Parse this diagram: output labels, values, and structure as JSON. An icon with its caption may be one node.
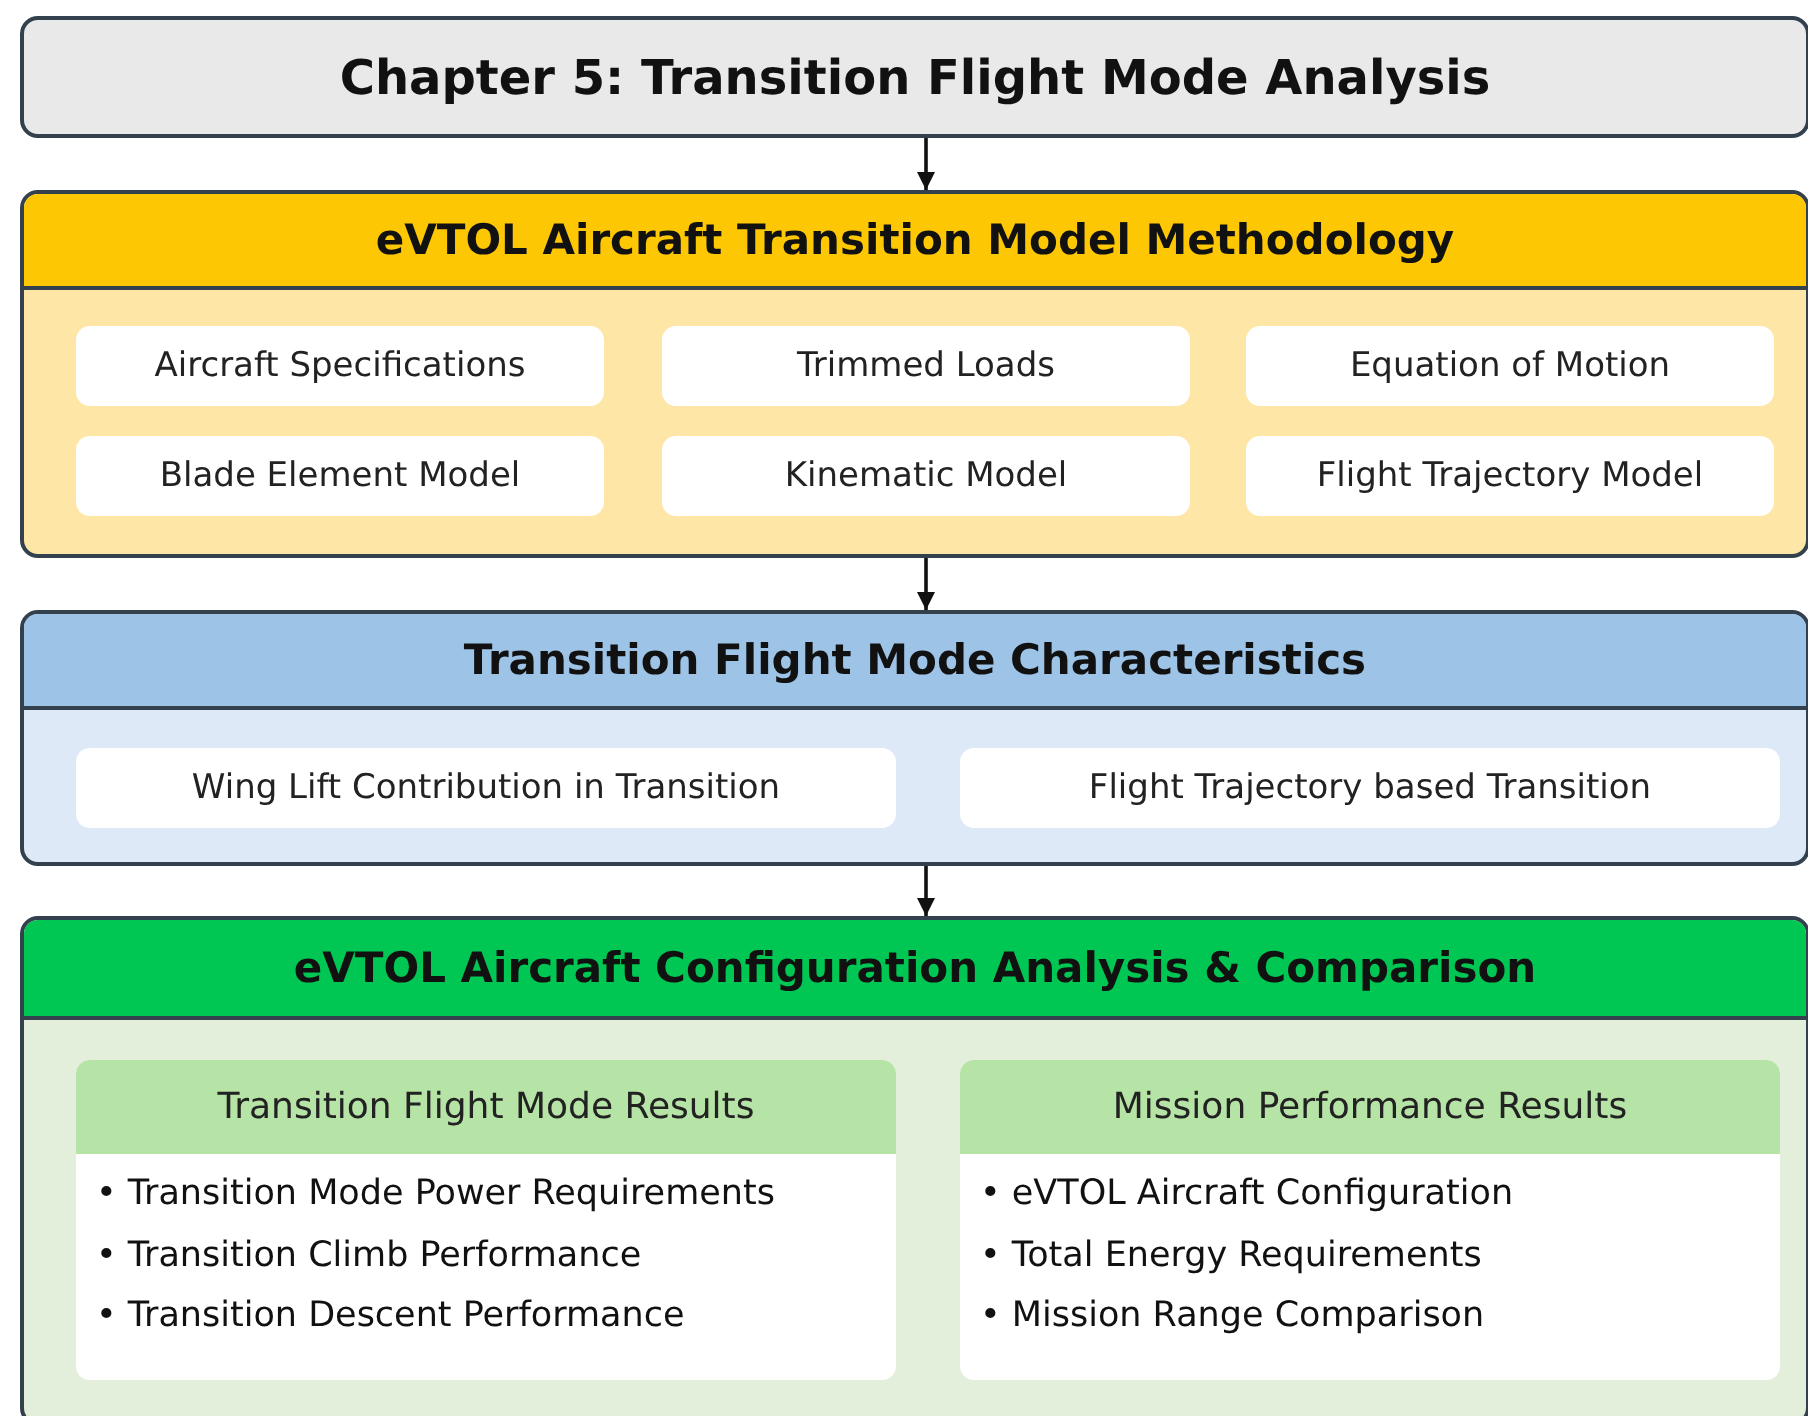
{
  "diagram": {
    "nodes": [
      {
        "text": [
          "Chapter 5: Transition Flight Mode Analysis"
        ]
      },
      {
        "text": [
          "eVTOL Aircraft Transition Model Methodology"
        ]
      },
      {
        "text": [
          "Aircraft Specifications"
        ],
        "in": 1
      },
      {
        "text": [
          "Trimmed Loads"
        ],
        "in": 1
      },
      {
        "text": [
          "Equation of Motion"
        ],
        "in": 1
      },
      {
        "text": [
          "Blade Element Model"
        ],
        "in": 1
      },
      {
        "text": [
          "Kinematic Model"
        ],
        "in": 1
      },
      {
        "text": [
          "Flight Trajectory Model"
        ],
        "in": 1
      },
      {
        "text": [
          "Transition Flight Mode Characteristics"
        ]
      },
      {
        "text": [
          "Wing Lift Contribution in Transition"
        ],
        "in": 8
      },
      {
        "text": [
          "Flight Trajectory based Transition"
        ],
        "in": 8
      },
      {
        "text": [
          "eVTOL Aircraft Configuration Analysis & Comparison"
        ]
      },
      {
        "text": [
          "Transition Flight Mode Results",
          "• Transition Mode Power Requirements",
          "• Transition Climb Performance",
          "• Transition Descent Performance"
        ],
        "in": 11
      },
      {
        "text": [
          "Mission Performance Results",
          "• eVTOL Aircraft Configuration",
          "• Total Energy Requirements",
          "• Mission Range Comparison"
        ],
        "in": 11
      }
    ],
    "edges": [
      {
        "from": 0,
        "to": 1,
        "arrow": "to"
      },
      {
        "from": 1,
        "to": 8,
        "arrow": "to"
      },
      {
        "from": 8,
        "to": 11,
        "arrow": "to"
      }
    ]
  }
}
